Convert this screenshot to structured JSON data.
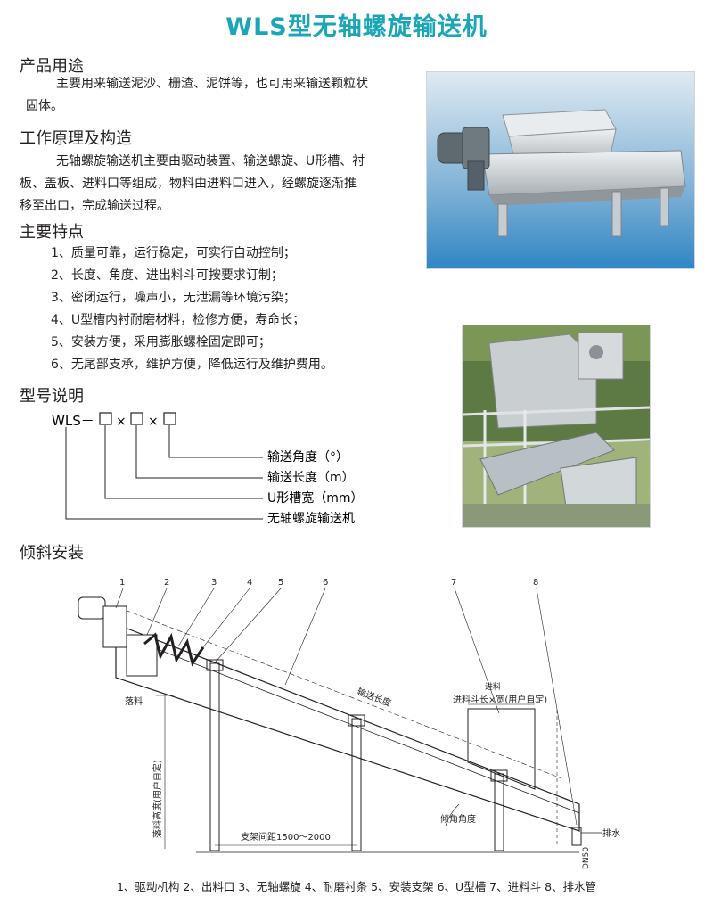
{
  "title": "WLS型无轴螺旋输送机",
  "use": {
    "heading": "产品用途",
    "line1": "主要用来输送泥沙、栅渣、泥饼等，也可用来输送颗粒状",
    "line2": "固体。"
  },
  "principle": {
    "heading": "工作原理及构造",
    "line1": "无轴螺旋输送机主要由驱动装置、输送螺旋、U形槽、衬",
    "line2": "板、盖板、进料口等组成，物料由进料口进入，经螺旋逐渐推",
    "line3": "移至出口，完成输送过程。"
  },
  "features": {
    "heading": "主要特点",
    "items": [
      "1、质量可靠，运行稳定，可实行自动控制；",
      "2、长度、角度、进出料斗可按要求订制；",
      "3、密闭运行，噪声小，无泄漏等环境污染；",
      "4、U型槽内衬耐磨材料，检修方便，寿命长；",
      "5、安装方便，采用膨胀螺栓固定即可；",
      "6、无尾部支承，维护方便，降低运行及维护费用。"
    ]
  },
  "model": {
    "heading": "型号说明",
    "prefix": "WLS－",
    "times": "×",
    "labels": [
      "输送角度（°）",
      "输送长度（m）",
      "U形槽宽（mm）",
      "无轴螺旋输送机"
    ]
  },
  "install": {
    "heading": "倾斜安装",
    "numbers": [
      "1",
      "2",
      "3",
      "4",
      "5",
      "6",
      "7",
      "8"
    ],
    "drop": "落料",
    "feed": "进料",
    "conveying_length": "输送长度",
    "hopper_size": "进料斗长×宽(用户自定)",
    "drop_height": "落料高度(用户自定)",
    "support_spacing": "支架间距1500～2000",
    "angle": "倾角角度",
    "drain": "排水",
    "dn": "DN50",
    "legend": "1、驱动机构 2、出料口 3、无轴螺旋 4、耐磨衬条 5、安装支架 6、U型槽 7、进料斗 8、排水管"
  }
}
